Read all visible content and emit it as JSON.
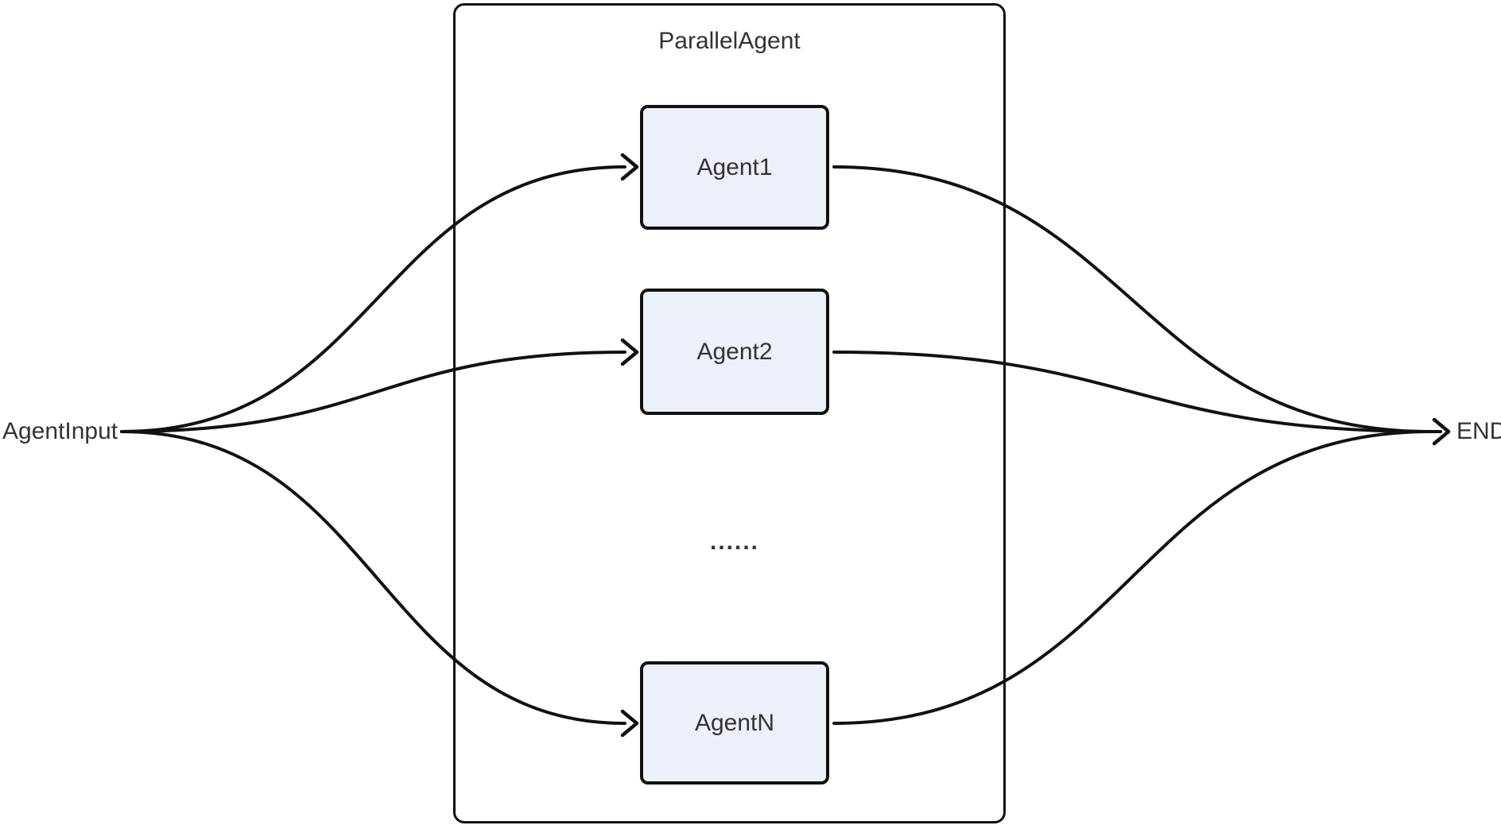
{
  "diagram": {
    "type": "flowchart",
    "background_color": "#ffffff",
    "edge_color": "#111111",
    "node_fill_color": "#ecf0f9",
    "node_border_color": "#111111",
    "text_color": "#333333",
    "start_node": {
      "label": "AgentInput"
    },
    "end_node": {
      "label": "END"
    },
    "container": {
      "label": "ParallelAgent"
    },
    "agents": [
      {
        "label": "Agent1"
      },
      {
        "label": "Agent2"
      },
      {
        "label": "AgentN"
      }
    ],
    "ellipsis": "......",
    "edges": [
      {
        "from": "AgentInput",
        "to": "Agent1"
      },
      {
        "from": "AgentInput",
        "to": "Agent2"
      },
      {
        "from": "AgentInput",
        "to": "AgentN"
      },
      {
        "from": "Agent1",
        "to": "END"
      },
      {
        "from": "Agent2",
        "to": "END"
      },
      {
        "from": "AgentN",
        "to": "END"
      }
    ]
  }
}
